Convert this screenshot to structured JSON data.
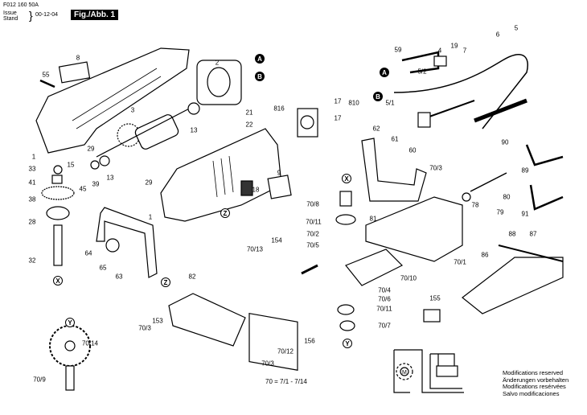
{
  "header": {
    "code": "F012 160 50A",
    "issue_label": "Issue",
    "stand_label": "Stand",
    "date": "00-12-04",
    "figure": "Fig./Abb. 1"
  },
  "refs": {
    "A": "A",
    "B": "B",
    "X": "X",
    "Y": "Y",
    "Z": "Z"
  },
  "labels": [
    "8",
    "55",
    "2",
    "3",
    "13",
    "21",
    "22",
    "816",
    "17",
    "810",
    "17",
    "1",
    "29",
    "15",
    "33",
    "41",
    "13",
    "39",
    "45",
    "38",
    "29",
    "28",
    "1",
    "64",
    "65",
    "63",
    "32",
    "18",
    "9",
    "59",
    "4",
    "19",
    "7",
    "6",
    "5",
    "5/2",
    "5/1",
    "90",
    "89",
    "80",
    "78",
    "79",
    "91",
    "62",
    "61",
    "60",
    "70/3",
    "70/8",
    "70/11",
    "81",
    "70/2",
    "70/5",
    "70/1",
    "88",
    "87",
    "86",
    "154",
    "70/13",
    "82",
    "153",
    "70/3",
    "70/4",
    "70/10",
    "70/6",
    "70/11",
    "70/7",
    "155",
    "156",
    "70/12",
    "70/3",
    "70/14",
    "70/9"
  ],
  "formula": "70 = 7/1 - 7/14",
  "notes": [
    "Modifications reserved",
    "Änderungen vorbehalten",
    "Modifications resérvées",
    "Salvo modificaciones"
  ]
}
